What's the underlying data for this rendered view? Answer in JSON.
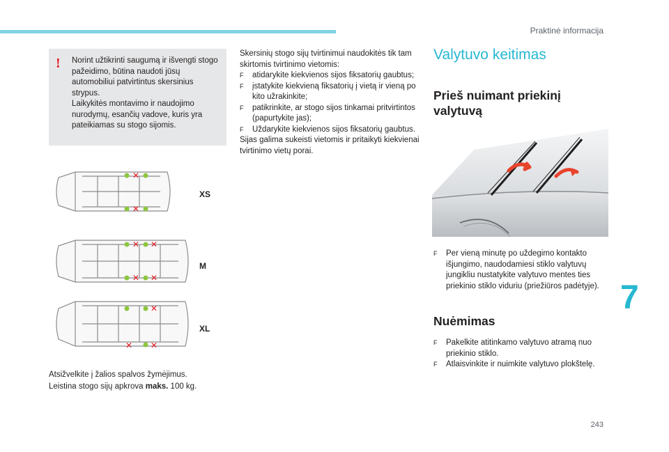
{
  "header": {
    "section_title": "Praktinė informacija",
    "chapter_number": "7",
    "page_number": "243",
    "accent_color": "#27b7d1",
    "bar_color": "#7fd3e3"
  },
  "warning": {
    "icon": "!",
    "icon_color": "#e31b23",
    "line1": "Norint užtikrinti saugumą ir išvengti stogo pažeidimo, būtina naudoti jūsų automobiliui patvirtintus skersinius strypus.",
    "line2": "Laikykitės montavimo ir naudojimo nurodymų, esančių vadove, kuris yra pateikiamas su stogo sijomis."
  },
  "diagram": {
    "legend": {
      "ok_color": "#8dc63f",
      "no_color": "#e31b23"
    },
    "variants": [
      {
        "label": "XS"
      },
      {
        "label": "M"
      },
      {
        "label": "XL"
      }
    ]
  },
  "notes": {
    "line1": "Atsižvelkite į žalios spalvos žymėjimus.",
    "line2_prefix": "Leistina stogo sijų apkrova",
    "line2_bold": "maks.",
    "line2_suffix": "100 kg."
  },
  "column2": {
    "intro": "Skersinių stogo sijų tvirtinimui naudokitės tik tam skirtomis tvirtinimo vietomis:",
    "bullets": [
      "atidarykite kiekvienos sijos fiksatorių gaubtus;",
      "įstatykite kiekvieną fiksatorių į vietą ir vieną po kito užrakinkite;",
      "patikrinkite, ar stogo sijos tinkamai pritvirtintos (papurtykite jas);",
      "Uždarykite kiekvienos sijos fiksatorių gaubtus."
    ],
    "outro": "Sijas galima sukeisti vietomis ir pritaikyti kiekvienai tvirtinimo vietų porai.",
    "bullet_glyph": "F"
  },
  "column3": {
    "title": "Valytuvo keitimas",
    "subtitle": "Prieš nuimant priekinį valytuvą",
    "bullets": [
      "Per vieną minutę po uždegimo kontakto išjungimo, naudodamiesi stiklo valytuvų jungikliu nustatykite valytuvo mentes ties priekinio stiklo viduriu (priežiūros padėtyje)."
    ],
    "removal_title": "Nuėmimas",
    "removal_bullets": [
      "Pakelkite atitinkamo valytuvo atramą nuo priekinio stiklo.",
      "Atlaisvinkite ir nuimkite valytuvo plokštelę."
    ]
  }
}
